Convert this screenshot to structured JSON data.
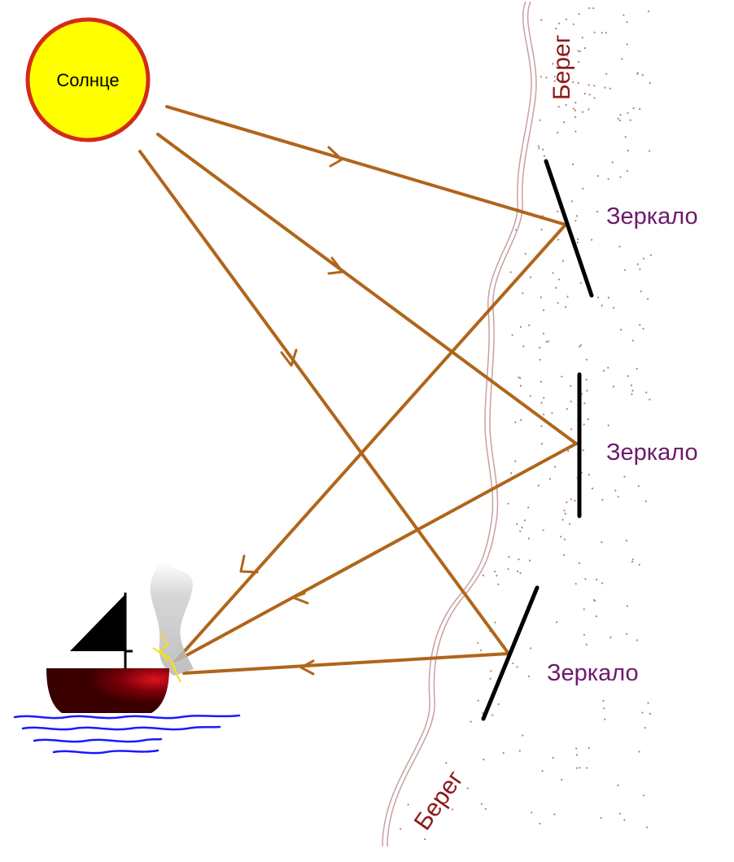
{
  "sun": {
    "label": "Солнце"
  },
  "shore": {
    "label_top": "Берег",
    "label_bottom": "Берег"
  },
  "mirrors": [
    {
      "label": "Зеркало"
    },
    {
      "label": "Зеркало"
    },
    {
      "label": "Зеркало"
    }
  ],
  "colors": {
    "ray": "#b0651a",
    "sun_fill": "#ffff00",
    "sun_stroke": "#d42a1a",
    "shore_text": "#8b1a1a",
    "mirror_text": "#6b1a6b",
    "shore_line": "#c8a0a0",
    "sand_dots": "#b08070",
    "boat_hull": "#4a0000",
    "water": "#1a1aff"
  }
}
